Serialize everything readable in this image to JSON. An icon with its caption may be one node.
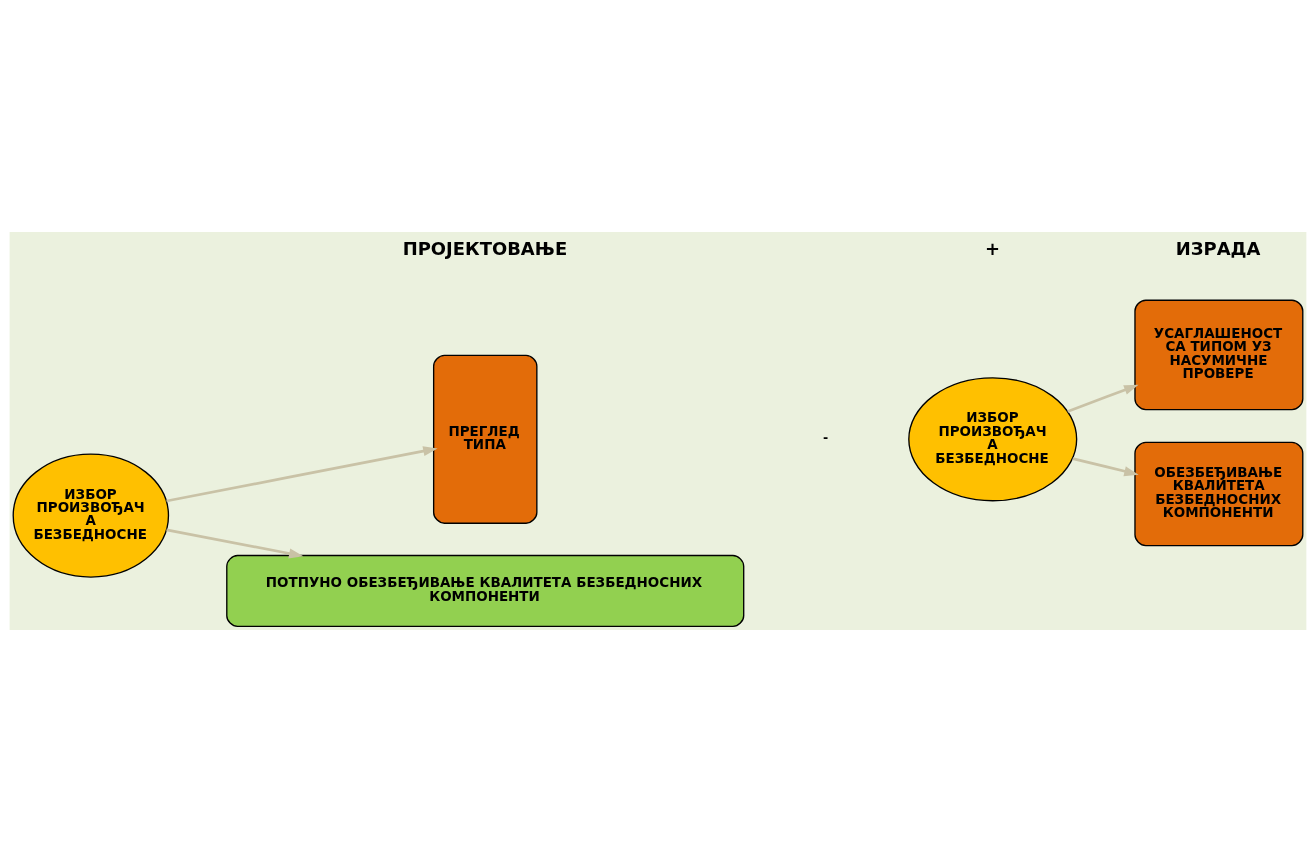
{
  "diagram": {
    "nodes": [
      {
        "text": [
          "ИЗБОР ПРОИЗВОЂАЧ А БЕЗБЕДНОСНЕ"
        ]
      },
      {
        "text": [
          "ПРЕГЛЕД ТИПА"
        ]
      },
      {
        "text": [
          "ИЗБОР ПРОИЗВОЂАЧ А БЕЗБЕДНОСНЕ"
        ]
      },
      {
        "text": [
          "УСАГЛАШЕНОСТ СА ТИПОМ УЗ НАСУМИЧНЕ ПРОВЕРЕ"
        ]
      },
      {
        "text": [
          "ОБЕЗБЕЂИВАЊЕ КВАЛИТЕТА БЕЗБЕДНОСНИХ КОМПОНЕНТИ"
        ]
      },
      {
        "text": [
          "ПОТПУНО ОБЕЗБЕЂИВАЊЕ КВАЛИТЕТА БЕЗБЕДНОСНИХ КОМПОНЕНТИ"
        ]
      }
    ],
    "edges": [
      {
        "from": 0,
        "to": 1,
        "arrow": "to"
      },
      {
        "from": 2,
        "to": 3,
        "arrow": "to"
      },
      {
        "from": 2,
        "to": 4,
        "arrow": "to"
      },
      {
        "from": 0,
        "to": 5,
        "arrow": "to"
      }
    ],
    "labels": [
      "ПРОЈЕКТОВАЊЕ",
      "+",
      "ИЗРАДА",
      "-"
    ]
  }
}
